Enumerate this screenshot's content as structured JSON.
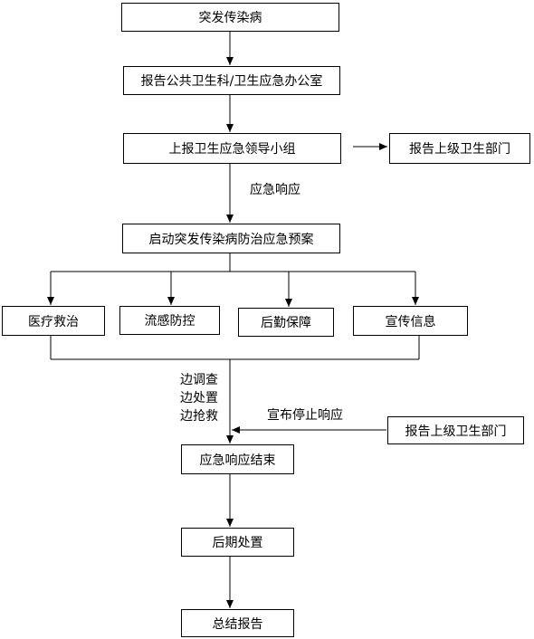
{
  "nodes": {
    "outbreak": "突发传染病",
    "report_office": "报告公共卫生科/卫生应急办公室",
    "report_leadership": "上报卫生应急领导小组",
    "report_superior_top": "报告上级卫生部门",
    "activate_plan": "启动突发传染病防治应急预案",
    "medical_treatment": "医疗救治",
    "flu_control": "流感防控",
    "logistics": "后勤保障",
    "publicity": "宣传信息",
    "report_superior_bottom": "报告上级卫生部门",
    "response_end": "应急响应结束",
    "aftermath": "后期处置",
    "summary_report": "总结报告"
  },
  "labels": {
    "emergency_response": "应急响应",
    "investigate": "边调查",
    "handle": "边处置",
    "rescue": "边抢救",
    "announce_stop": "宣布停止响应"
  }
}
